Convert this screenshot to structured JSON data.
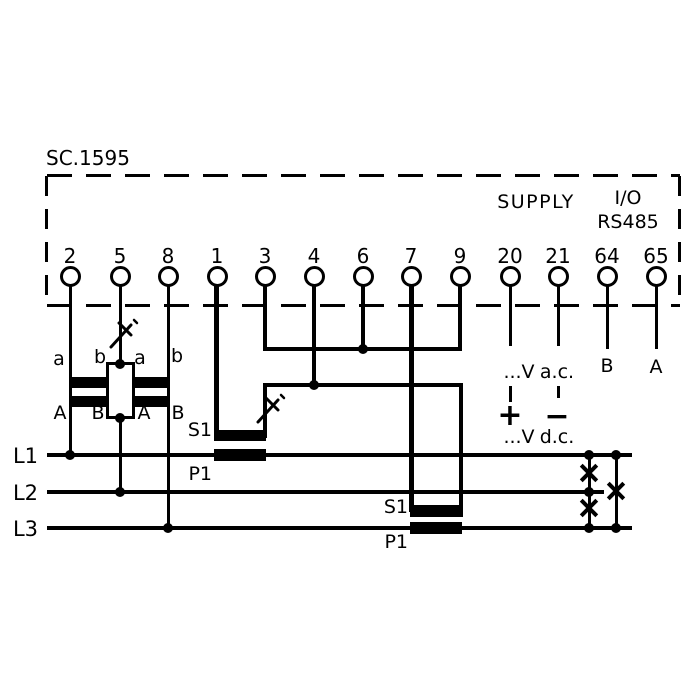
{
  "diagram": {
    "model": "SC.1595",
    "section_labels": {
      "supply": "SUPPLY",
      "io": "I/O",
      "rs485": "RS485"
    }
  },
  "terminals": [
    "2",
    "5",
    "8",
    "1",
    "3",
    "4",
    "6",
    "7",
    "9",
    "20",
    "21",
    "64",
    "65"
  ],
  "voltage_transformers": {
    "secondary_labels": [
      "a",
      "b",
      "a",
      "b"
    ],
    "primary_labels": [
      "A",
      "B",
      "A",
      "B"
    ]
  },
  "current_transformers": {
    "ct_l1": {
      "secondary": "S1",
      "primary": "P1"
    },
    "ct_l3": {
      "secondary": "S1",
      "primary": "P1"
    }
  },
  "phase_lines": [
    "L1",
    "L2",
    "L3"
  ],
  "supply": {
    "ac_voltage": "...V",
    "ac_suffix": "a.c.",
    "plus": "+",
    "minus": "−",
    "dc_voltage": "...V",
    "dc_suffix": "d.c."
  },
  "rs485": {
    "b": "B",
    "a": "A"
  },
  "colors": {
    "ink": "#000000",
    "paper": "#ffffff"
  }
}
